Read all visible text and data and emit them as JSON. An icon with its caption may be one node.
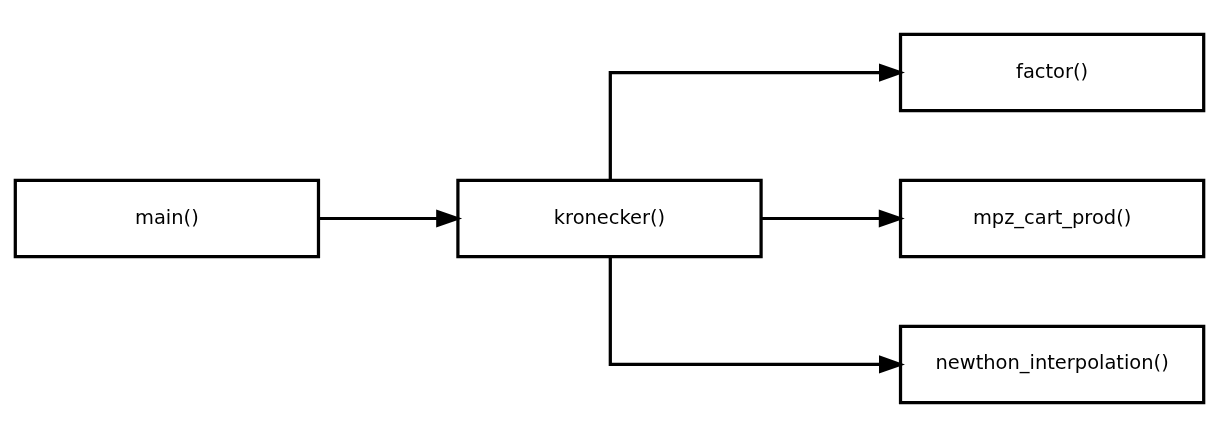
{
  "diagram": {
    "nodes": [
      {
        "text": [
          "main()"
        ]
      },
      {
        "text": [
          "kronecker()"
        ]
      },
      {
        "text": [
          "factor()"
        ]
      },
      {
        "text": [
          "mpz_cart_prod()"
        ]
      },
      {
        "text": [
          "newthon_interpolation()"
        ]
      }
    ],
    "edges": [
      {
        "from": 0,
        "to": 1,
        "arrow": "to"
      },
      {
        "from": 1,
        "to": 2,
        "arrow": "to"
      },
      {
        "from": 1,
        "to": 3,
        "arrow": "to"
      },
      {
        "from": 1,
        "to": 4,
        "arrow": "to"
      }
    ]
  }
}
